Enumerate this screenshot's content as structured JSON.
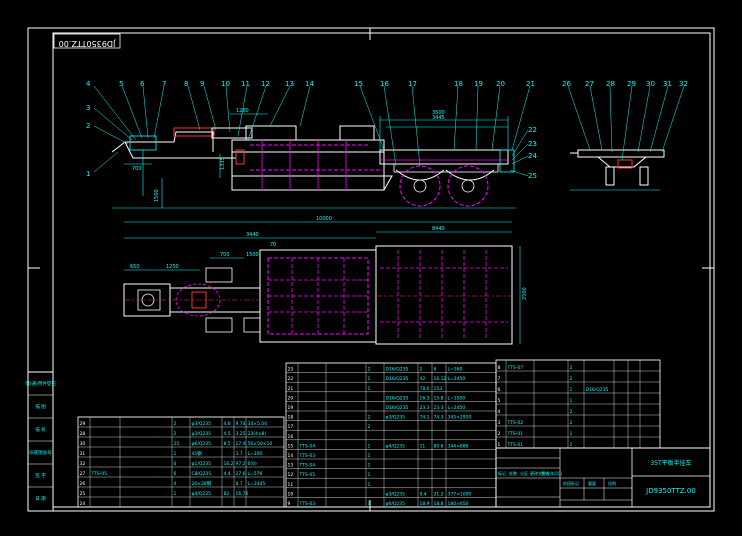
{
  "drawing": {
    "corner_code": "JD9350TTZ.00",
    "title": "35T平板半挂车",
    "drawing_code": "JD9350TTZ.00",
    "colors": {
      "frame": "#ffffff",
      "cyan": "#00ffff",
      "magenta": "#ff00ff",
      "yellow": "#ffff00",
      "red": "#ff3030",
      "green": "#00ff00",
      "blue": "#3040ff"
    }
  },
  "callouts": {
    "side": [
      "1",
      "2",
      "3",
      "4",
      "5",
      "6",
      "7",
      "8",
      "9",
      "10",
      "11",
      "12",
      "13",
      "14",
      "15",
      "16",
      "17",
      "18",
      "19",
      "20",
      "21",
      "22",
      "23",
      "24",
      "25"
    ],
    "end": [
      "26",
      "27",
      "28",
      "29",
      "30",
      "31",
      "32"
    ]
  },
  "dimensions": {
    "side": [
      "1335",
      "700",
      "3445",
      "3500",
      "1280",
      "1500"
    ],
    "plan": [
      "10000",
      "3440",
      "700",
      "1500",
      "70",
      "8440",
      "2500",
      "650",
      "1250"
    ]
  },
  "left_strip": [
    "借(通)用件登记",
    "描  图",
    "描  校",
    "旧底图总号",
    "签  字",
    "日  期"
  ],
  "bom_left": [
    [
      "29",
      "",
      "",
      "2",
      "φ3/Q235",
      "4.6",
      "9.74",
      "34×5.04"
    ],
    [
      "28",
      "",
      "",
      "2",
      "φ3/Q235",
      "4.5",
      "3.25",
      "23(4×8)"
    ],
    [
      "30",
      "",
      "",
      "25",
      "φ6/Q235",
      "8.5",
      "17.4",
      "56×50×10"
    ],
    [
      "31",
      "",
      "",
      "1",
      "45钢",
      "",
      "3.7",
      "L=300"
    ],
    [
      "32",
      "",
      "",
      "6",
      "φ1/Q235",
      "16.2",
      "97.2",
      "6(0)"
    ],
    [
      "27",
      "TTS-05",
      "",
      "6",
      "C8/Q235",
      "4.4",
      "27.6",
      "L=576"
    ],
    [
      "26",
      "",
      "",
      "4",
      "20×28钢",
      "",
      "8.7",
      "L=3445"
    ],
    [
      "25",
      "",
      "",
      "1",
      "φ4/Q235",
      "82",
      "16.76",
      ""
    ],
    [
      "24",
      "",
      "",
      "",
      "",
      "",
      "",
      ""
    ]
  ],
  "bom_mid": [
    [
      "23",
      "",
      "",
      "2",
      "D16/Q235",
      "2",
      "6",
      "L=360"
    ],
    [
      "22",
      "",
      "",
      "1",
      "D16/Q235",
      "42",
      "16.12",
      "L=2450"
    ],
    [
      "21",
      "",
      "",
      "1",
      "",
      "78.6",
      "153",
      ""
    ],
    [
      "20",
      "",
      "",
      "",
      "D16/Q235",
      "16.3",
      "15.8",
      "L=3500"
    ],
    [
      "19",
      "",
      "",
      "",
      "D16/Q235",
      "23.3",
      "23.3",
      "L=2450"
    ],
    [
      "18",
      "",
      "",
      "2",
      "φ3/Q235",
      "74.1",
      "74.3",
      "345×2950"
    ],
    [
      "17",
      "",
      "",
      "2",
      "",
      "",
      "",
      ""
    ],
    [
      "16",
      "",
      "",
      "",
      "",
      "",
      "",
      ""
    ],
    [
      "15",
      "TTS-04",
      "",
      "1",
      "φ4/Q235",
      "11",
      "80.6",
      "344×886"
    ],
    [
      "14",
      "TTS-03",
      "",
      "1",
      "",
      "",
      "",
      ""
    ],
    [
      "13",
      "TTS-04",
      "",
      "1",
      "",
      "",
      "",
      ""
    ],
    [
      "12",
      "TTS-05",
      "",
      "1",
      "",
      "",
      "",
      ""
    ],
    [
      "11",
      "",
      "",
      "1",
      "",
      "",
      "",
      ""
    ],
    [
      "10",
      "",
      "",
      "",
      "φ3/Q235",
      "9.4",
      "21.2",
      "377×1000"
    ],
    [
      "9",
      "TTS-03",
      "",
      "1",
      "φ6/Q235",
      "18.9",
      "18.8",
      "180×650"
    ]
  ],
  "bom_right": [
    [
      "8",
      "TTS-07",
      "",
      "2",
      "",
      "",
      "",
      ""
    ],
    [
      "7",
      "",
      "",
      "2",
      "",
      "",
      "",
      ""
    ],
    [
      "6",
      "",
      "",
      "1",
      "D16/Q235",
      "",
      "",
      ""
    ],
    [
      "5",
      "",
      "",
      "1",
      "",
      "",
      "",
      ""
    ],
    [
      "4",
      "",
      "",
      "2",
      "",
      "",
      "",
      ""
    ],
    [
      "3",
      "TTS-02",
      "",
      "2",
      "",
      "",
      "",
      ""
    ],
    [
      "2",
      "TTS-01",
      "",
      "1",
      "",
      "",
      "",
      ""
    ],
    [
      "1",
      "TTS-01",
      "",
      "1",
      "",
      "",
      "",
      ""
    ]
  ],
  "title_block": {
    "sign_labels": [
      "标记",
      "处数",
      "分区",
      "更改文件号",
      "签名",
      "年月日"
    ],
    "stage_labels": [
      "阶段标记",
      "重量",
      "比例"
    ]
  }
}
